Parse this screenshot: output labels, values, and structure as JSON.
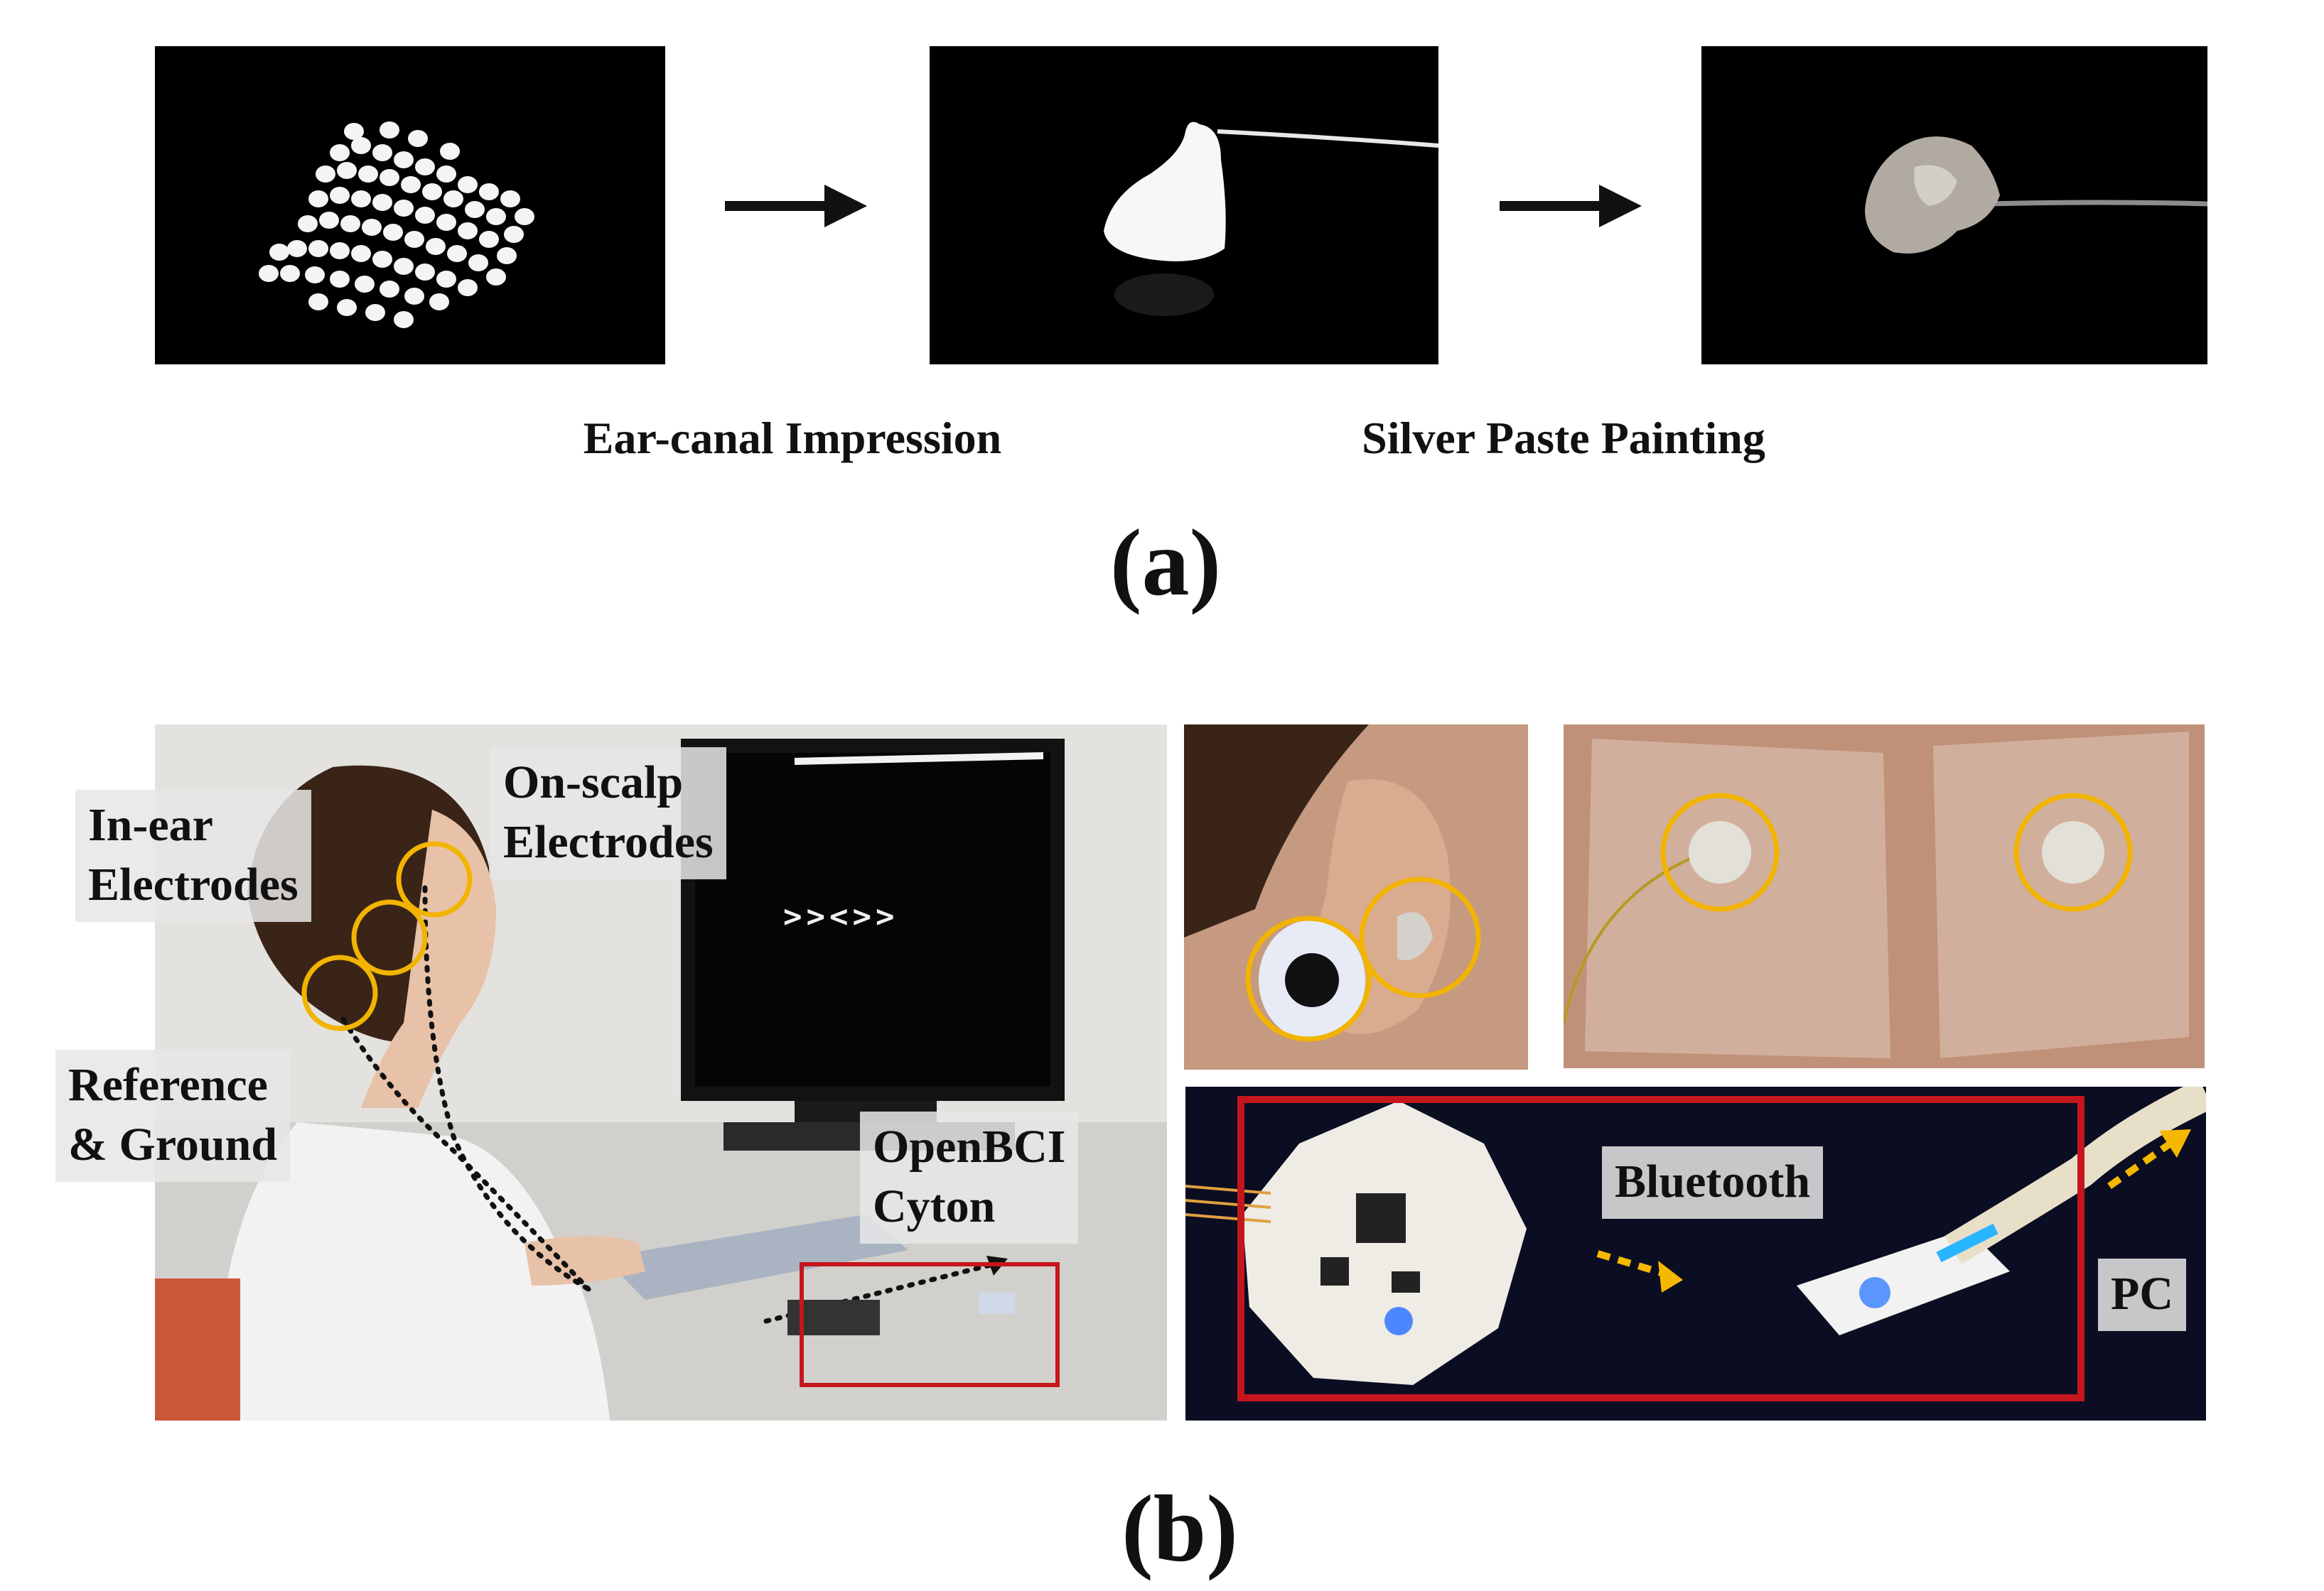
{
  "part_a": {
    "step_captions": [
      "Ear-canal Impression",
      "Silver Paste Painting"
    ],
    "letter": "(a)"
  },
  "part_b": {
    "letter": "(b)",
    "labels": {
      "in_ear": [
        "In-ear",
        "Electrodes"
      ],
      "on_scalp": [
        "On-scalp",
        "Electrodes"
      ],
      "ref_ground": [
        "Reference",
        "& Ground"
      ],
      "openbci": [
        "OpenBCI",
        "Cyton"
      ],
      "bluetooth": "Bluetooth",
      "pc": "PC"
    },
    "monitor_stimulus": ">><>>"
  },
  "colors": {
    "highlight_circle": "#f2b400",
    "highlight_box": "#c4161c",
    "dashed_arrow": "#f5b800"
  }
}
